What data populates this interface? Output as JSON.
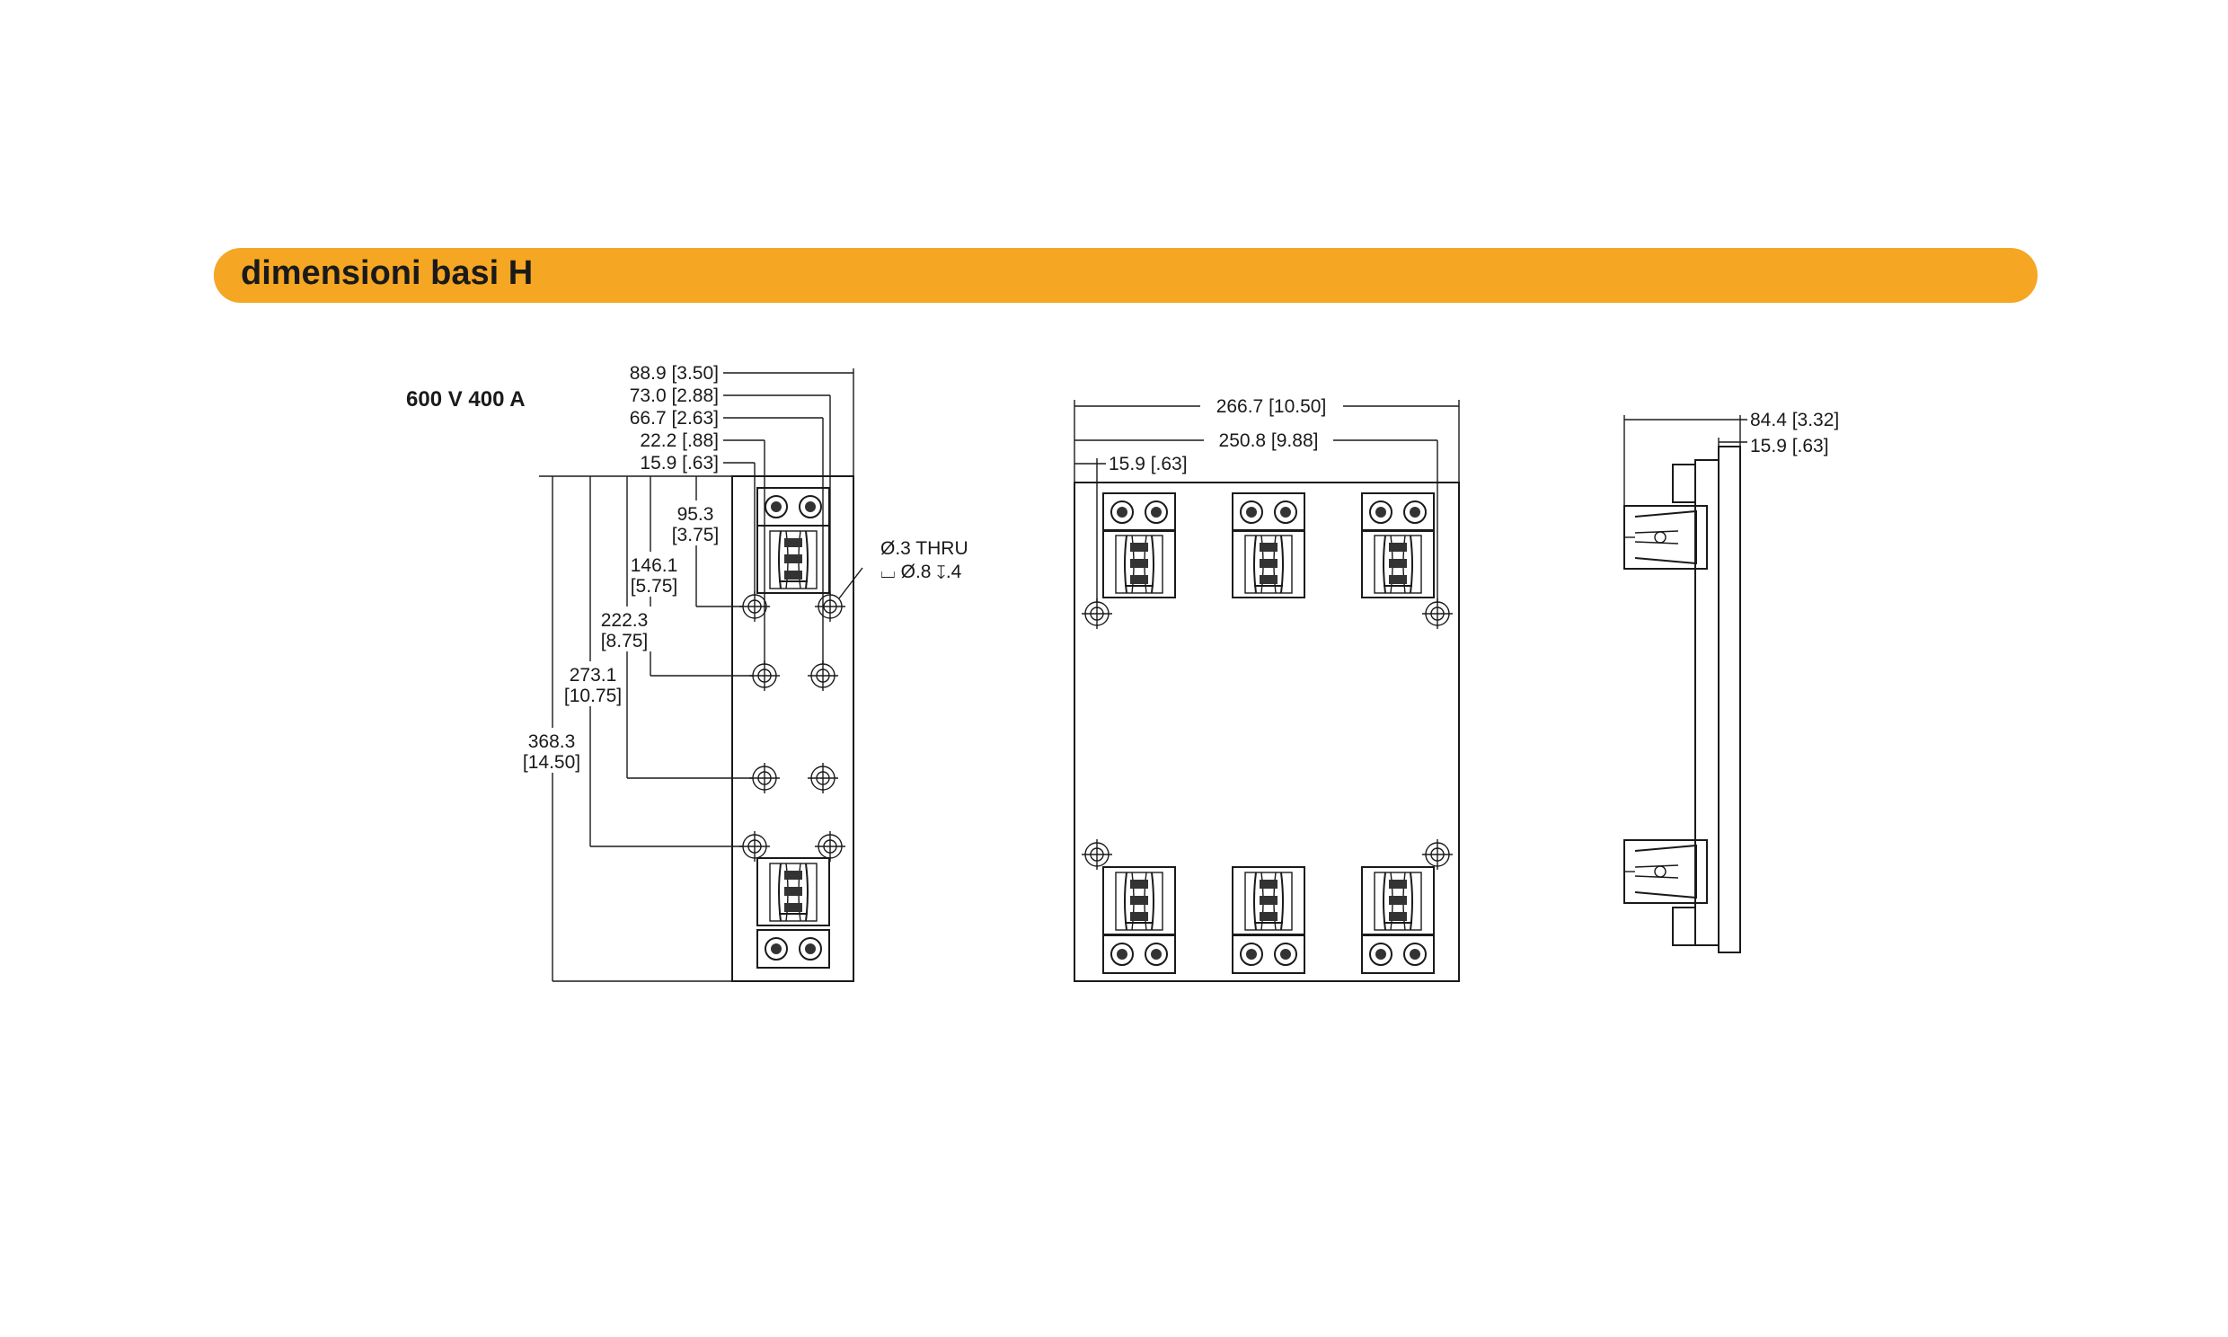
{
  "header": {
    "title": "dimensioni basi H",
    "color": "#f5a623"
  },
  "rating": "600 V 400 A",
  "front_view": {
    "width_dims": [
      "88.9 [3.50]",
      "73.0 [2.88]",
      "66.7 [2.63]",
      "22.2 [.88]",
      "15.9 [.63]"
    ],
    "height_dims": [
      {
        "mm": "95.3",
        "in": "[3.75]"
      },
      {
        "mm": "146.1",
        "in": "[5.75]"
      },
      {
        "mm": "222.3",
        "in": "[8.75]"
      },
      {
        "mm": "273.1",
        "in": "[10.75]"
      },
      {
        "mm": "368.3",
        "in": "[14.50]"
      }
    ],
    "hole_note_1": "Ø.3 THRU",
    "hole_note_2": "⌴ Ø.8 ↧.4"
  },
  "top_view": {
    "width_dims": [
      "266.7 [10.50]",
      "250.8 [9.88]",
      "15.9 [.63]"
    ]
  },
  "side_view": {
    "width_dims": [
      "84.4 [3.32]",
      "15.9 [.63]"
    ]
  }
}
